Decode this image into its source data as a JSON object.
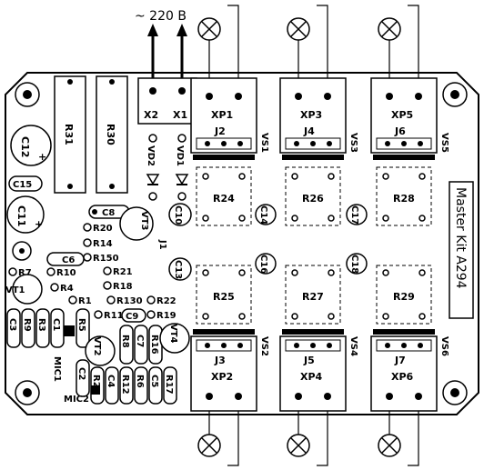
{
  "supply_label": "~ 220 B",
  "board_title": "Master Kit A294",
  "terminals": {
    "x1": "X1",
    "x2": "X2"
  },
  "resistors_big": {
    "r31": "R31",
    "r30": "R30"
  },
  "caps": {
    "c12": "C12",
    "c15": "C15",
    "c11": "C11",
    "c8": "C8",
    "c6": "C6",
    "c1": "C1",
    "c2": "C2",
    "c3": "C3",
    "c4": "C4",
    "c5": "C5",
    "c7": "C7",
    "c9": "C9",
    "c10": "C10",
    "c13": "C13",
    "c14": "C14",
    "c16": "C16",
    "c17": "C17",
    "c18": "C18"
  },
  "small_resistors": {
    "r20": "R20",
    "r14": "R14",
    "r150": "R150",
    "r10": "R10",
    "r7": "R7",
    "r4": "R4",
    "r21": "R21",
    "r18": "R18",
    "r1": "R1",
    "r130": "R130",
    "r11": "R11",
    "r22": "R22",
    "r19": "R19",
    "r3": "R3",
    "r5": "R5",
    "r8": "R8",
    "r9": "R9",
    "r12": "R12",
    "r16": "R16",
    "r2": "R2",
    "r17": "R17",
    "r6": "R6"
  },
  "transistors": {
    "vt1": "VT1",
    "vt2": "VT2",
    "vt3": "VT3",
    "vt4": "VT4"
  },
  "diodes": {
    "vd1": "VD1",
    "vd2": "VD2"
  },
  "mics": {
    "mic1": "MIC1",
    "mic2": "MIC2"
  },
  "jumper": "J1",
  "channels": [
    {
      "xp": "XP1",
      "j": "J2",
      "vs": "VS1",
      "r": "R24"
    },
    {
      "xp": "XP3",
      "j": "J4",
      "vs": "VS3",
      "r": "R26"
    },
    {
      "xp": "XP5",
      "j": "J6",
      "vs": "VS5",
      "r": "R28"
    },
    {
      "xp": "XP2",
      "j": "J3",
      "vs": "VS2",
      "r": "R25"
    },
    {
      "xp": "XP4",
      "j": "J5",
      "vs": "VS4",
      "r": "R27"
    },
    {
      "xp": "XP6",
      "j": "J7",
      "vs": "VS6",
      "r": "R29"
    }
  ]
}
